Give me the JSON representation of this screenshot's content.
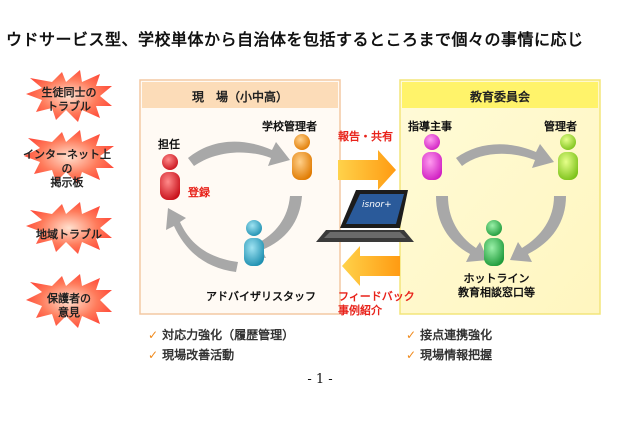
{
  "header": {
    "title": "ウドサービス型、学校単体から自治体を包括するところまで個々の事情に応じ"
  },
  "issues": [
    {
      "label": "生徒同士の\nトラブル"
    },
    {
      "label": "インターネット上の\n掲示板"
    },
    {
      "label": "地域トラブル"
    },
    {
      "label": "保護者の\n意見"
    }
  ],
  "field_panel": {
    "title": "現　場（小中高）",
    "homeroom": "担任",
    "school_admin": "学校管理者",
    "advisor": "アドバイザリスタッフ",
    "register": "登録",
    "checks": [
      "対応力強化（履歴管理）",
      "現場改善活動"
    ]
  },
  "board_panel": {
    "title": "教育委員会",
    "supervisor": "指導主事",
    "admin": "管理者",
    "hotline": "ホットライン\n教育相談窓口等",
    "checks": [
      "接点連携強化",
      "現場情報把握"
    ]
  },
  "center": {
    "report": "報告・共有",
    "feedback": "フィードバック\n事例紹介",
    "laptop_brand": "isnor+"
  },
  "footer": {
    "page_number": "- 1 -"
  },
  "colors": {
    "burst_fill": "#ff3b2f",
    "field_head": "#fcdcb8",
    "board_head": "#fff36a",
    "arrow_orange": "#ffb21c",
    "red_text": "#e8231b"
  }
}
